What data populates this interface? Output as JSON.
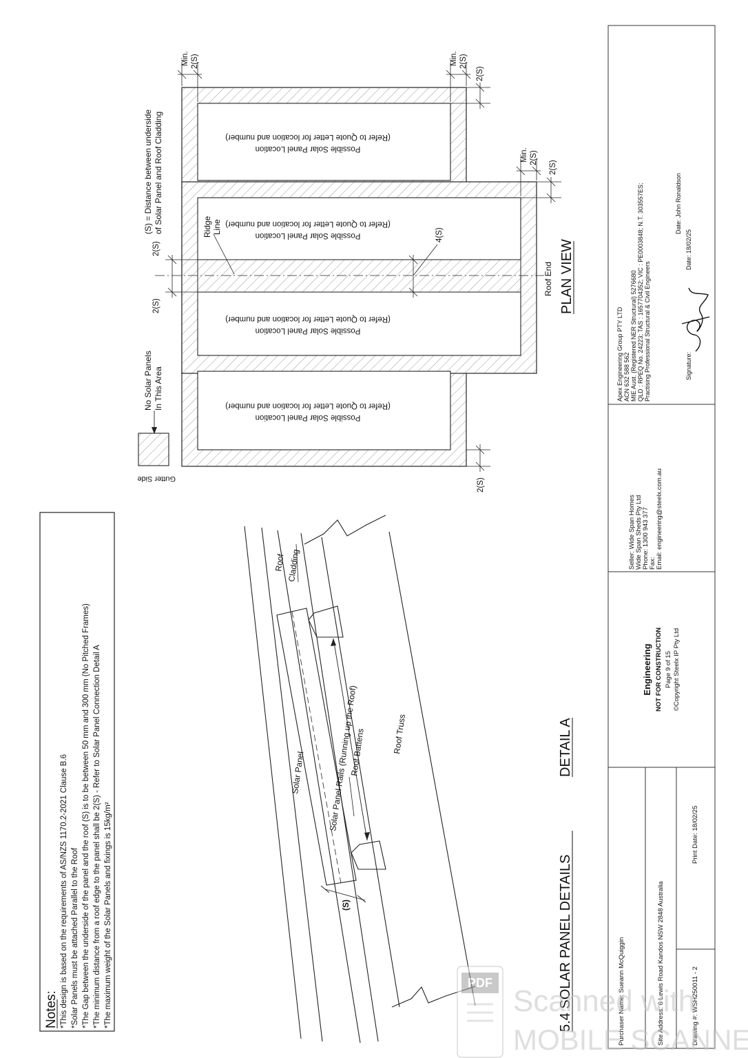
{
  "notes": {
    "heading": "Notes:",
    "items": [
      "*This design is based on the requirements of AS/NZS 1170.2-2021 Clause B.6",
      "*Solar Panels must be attached Parallel to the Roof",
      "*The Gap between the underside of the panel and the roof (S) is to be between 50 mm and 300 mm (No Pitched Frames)",
      "*The minimum distance from a roof edge to the panel shall be 2(S) - Refer to Solar Panel Connection Detail A",
      "*The maximum weight of the Solar Panels and fixings is 15kg/m²"
    ]
  },
  "section_title": "5.4 SOLAR PANEL DETAILS",
  "detail_a": {
    "title": "DETAIL A",
    "labels": {
      "solar_panel": "Solar Panel",
      "rails": "Solar Panel Rails (Running up the Roof)",
      "battens": "Roof Battens",
      "truss": "Roof Truss",
      "roof": "Roof",
      "cladding": "Cladding",
      "s": "(S)"
    }
  },
  "plan_view": {
    "title": "PLAN VIEW",
    "panel_text_1": "Possible Solar Panel Location",
    "panel_text_2": "(Refer to Quote Letter for location and number)",
    "legend_1": "No Solar Panels",
    "legend_2": "In This Area",
    "s_definition_1": "(S) = Distance between underside",
    "s_definition_2": "of Solar Panel and Roof Cladding",
    "dim_2s": "2(S)",
    "dim_4s": "4(S)",
    "dim_min": "Min.",
    "ridge_1": "Ridge",
    "ridge_2": "Line",
    "roof_end": "Roof End",
    "gutter_side": "Gutter Side"
  },
  "title_block": {
    "purchaser": "Purchaser Name: Sueann McQuiggin",
    "site_address": "Site Address: 6 Lewis Road Kandos NSW 2848 Australia",
    "drawing": "Drawing #: WSH250011 - 2",
    "print_date": "Print Date: 18/02/25",
    "engineering": "Engineering",
    "not_for_construction": "NOT FOR CONSTRUCTION",
    "page": "Page 9 of 15",
    "copyright": "©Copyright Steelx IP Pty Ltd",
    "seller": [
      "Seller: Wide Span Homes",
      "Wide Span Sheds Pty Ltd",
      "Phone: 1300 943 377",
      "Fax:",
      "Email: engineering@steelx.com.au"
    ],
    "engineer": [
      "Apex Engineering Group PTY LTD",
      "ACN 632 588 562",
      "MIE Aust. (Registered NER Structural) 5276680",
      "QLD : RPEQ No. 24223; TAS : 1657704352; VIC : PE0003848; N.T. 303557ES;",
      "Practising Professional Structural & Civil Engineers"
    ],
    "engineer_name": "Date: John Ronaldson",
    "signature_label": "Signature:",
    "sign_date": "Date: 18/02/25"
  },
  "watermark": {
    "badge": "PDF",
    "line1": "Scanned with",
    "line2": "MOBILE SCANNER"
  }
}
